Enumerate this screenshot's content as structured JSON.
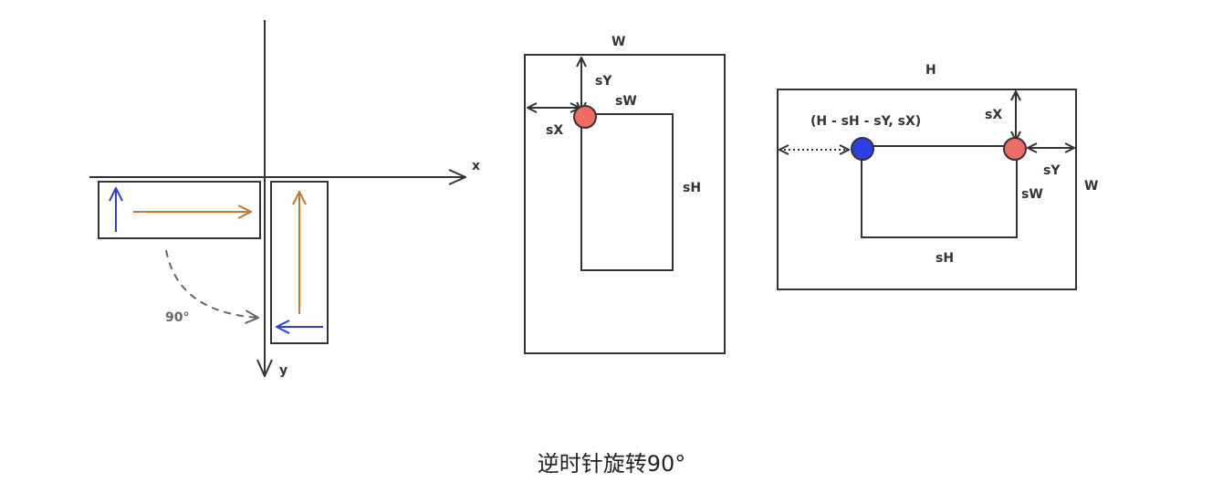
{
  "colors": {
    "stroke": "#333333",
    "blue_arrow": "#2f3fd6",
    "orange_arrow": "#c8772e",
    "dashed": "#666666",
    "red_dot": "#ee6b66",
    "blue_dot": "#2f3ee8"
  },
  "axes": {
    "x_label": "x",
    "y_label": "y",
    "angle_label": "90°"
  },
  "before": {
    "width_label": "W",
    "origin_y_label": "sY",
    "origin_x_label": "sX",
    "sub_width_label": "sW",
    "sub_height_label": "sH"
  },
  "after": {
    "width_label": "H",
    "height_label": "W",
    "coord_label": "(H - sH - sY, sX)",
    "offset_x_label": "sX",
    "offset_y_label": "sY",
    "sub_width_label": "sW",
    "sub_height_label": "sH"
  },
  "caption": "逆时针旋转90°"
}
